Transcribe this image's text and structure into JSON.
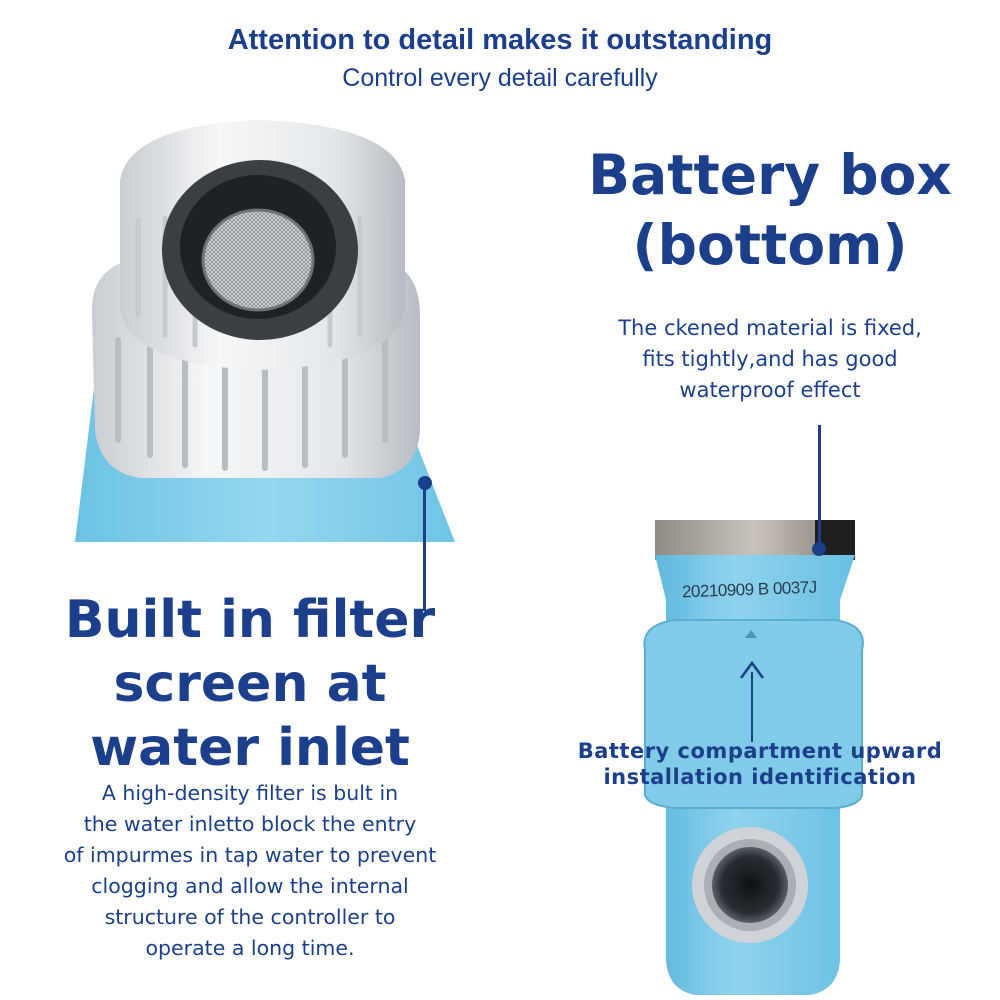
{
  "header": {
    "headline": "Attention to detail makes it outstanding",
    "subheadline": "Control every detail carefully"
  },
  "battery_box": {
    "title_line1": "Battery box",
    "title_line2": "(bottom)",
    "description_line1": "The ckened material is fixed,",
    "description_line2": "fits tightly,and has good",
    "description_line3": "waterproof effect",
    "serial_label": "20210909 B 0037J"
  },
  "filter": {
    "title_line1": "Built in filter",
    "title_line2": "screen at",
    "title_line3": "water inlet",
    "description_line1": "A high-density filter is bult in",
    "description_line2": "the water inletto block the entry",
    "description_line3": "of impurmes in tap water to prevent",
    "description_line4": "clogging and allow the internal",
    "description_line5": "structure of the controller to",
    "description_line6": "operate a long time."
  },
  "compartment": {
    "label_line1": "Battery compartment upward",
    "label_line2": "installation identification"
  },
  "colors": {
    "navy": "#1b3f8b",
    "device_blue": "#79c9e6",
    "nut_white": "#eef0f2"
  }
}
